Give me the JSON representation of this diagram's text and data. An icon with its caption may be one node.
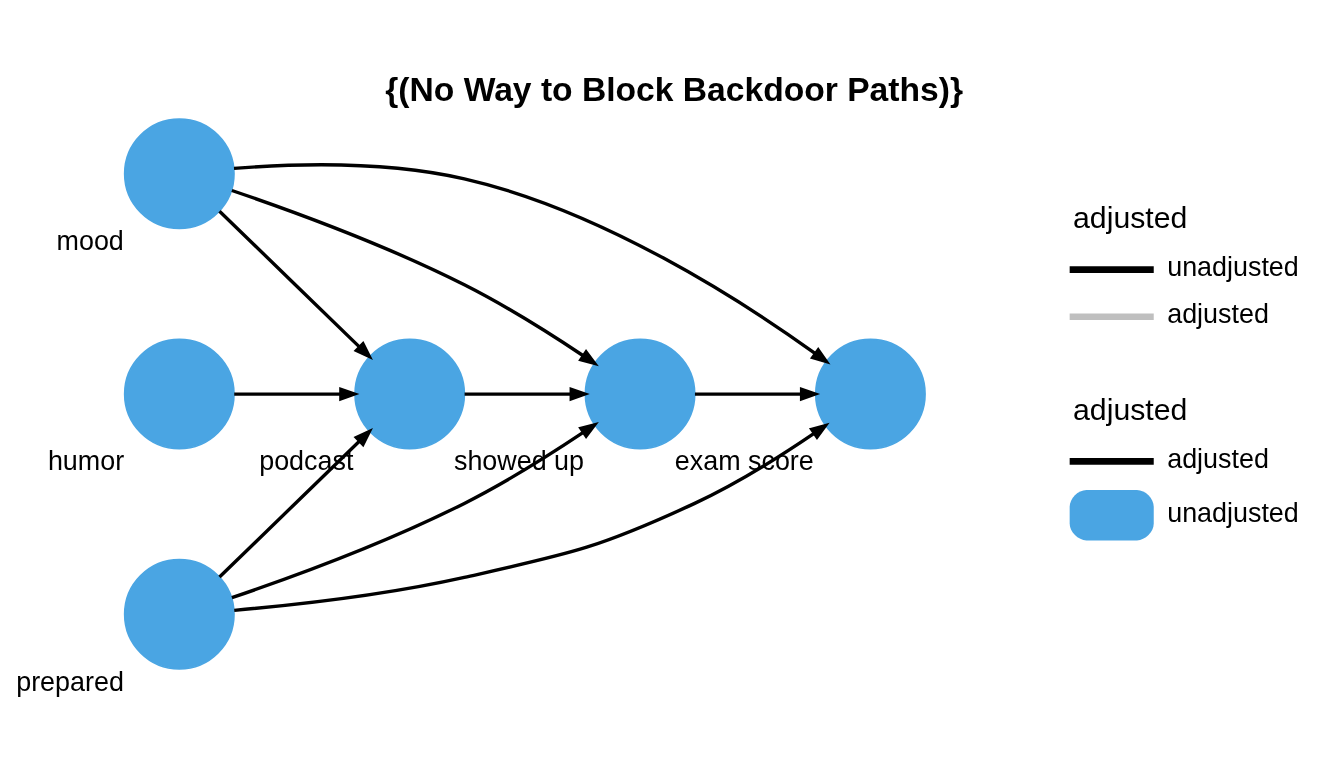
{
  "diagram": {
    "title": "{(No Way to Block Backdoor Paths)}",
    "nodes": [
      {
        "text": [],
        "shape": "circle",
        "beside": [
          "mood"
        ]
      },
      {
        "text": [],
        "shape": "circle",
        "beside": [
          "humor"
        ]
      },
      {
        "text": [],
        "shape": "circle",
        "beside": [
          "prepared"
        ]
      },
      {
        "text": [],
        "shape": "circle",
        "beside": [
          "podcast"
        ]
      },
      {
        "text": [],
        "shape": "circle",
        "beside": [
          "showed up"
        ]
      },
      {
        "text": [],
        "shape": "circle",
        "beside": [
          "exam score"
        ]
      }
    ],
    "edges": [
      {
        "from": 0,
        "to": 3,
        "arrow": "to"
      },
      {
        "from": 0,
        "to": 4,
        "arrow": "to"
      },
      {
        "from": 0,
        "to": 5,
        "arrow": "to"
      },
      {
        "from": 1,
        "to": 3,
        "arrow": "to"
      },
      {
        "from": 2,
        "to": 3,
        "arrow": "to"
      },
      {
        "from": 2,
        "to": 4,
        "arrow": "to"
      },
      {
        "from": 2,
        "to": 5,
        "arrow": "to"
      },
      {
        "from": 3,
        "to": 4,
        "arrow": "to"
      },
      {
        "from": 4,
        "to": 5,
        "arrow": "to"
      }
    ],
    "labels": [
      "adjusted",
      "adjusted"
    ],
    "legend": [
      {
        "text": "unadjusted"
      },
      {
        "text": "adjusted"
      },
      {
        "text": "adjusted"
      },
      {
        "text": "unadjusted",
        "color": "#4aa5e3"
      }
    ]
  }
}
